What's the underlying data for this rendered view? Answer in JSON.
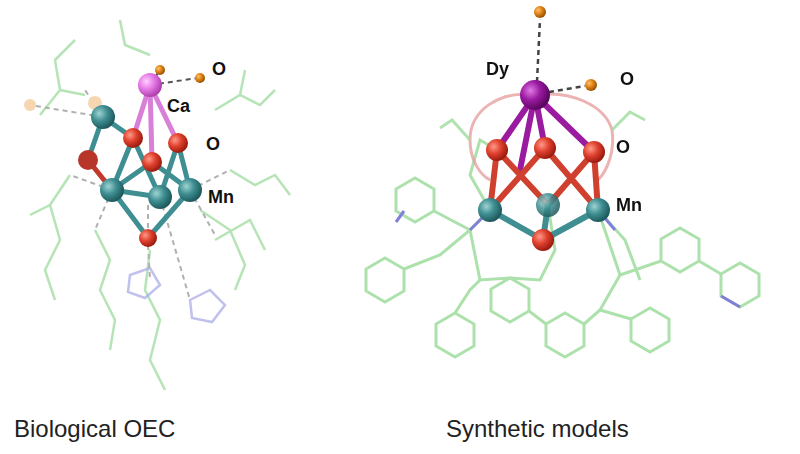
{
  "diagram": {
    "labels": [
      "Ca",
      "O",
      "O",
      "Mn",
      "Biological OEC",
      "Dy",
      "O",
      "O",
      "Mn",
      "Synthetic models"
    ]
  }
}
